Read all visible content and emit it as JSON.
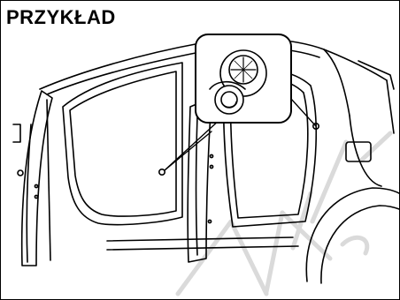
{
  "illustration": {
    "title": "PRZYKŁAD",
    "colors": {
      "line": "#000000",
      "background": "#ffffff",
      "watermark": "#d6d6d6"
    },
    "icons": [
      "car-side-doors-open",
      "magnifier-callout",
      "door-switch-detail"
    ]
  }
}
